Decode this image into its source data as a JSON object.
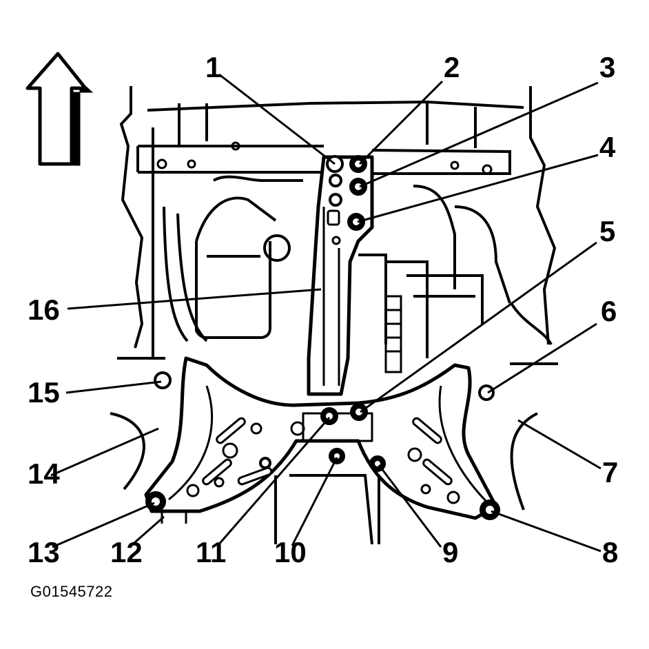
{
  "figure": {
    "id": "G01545722",
    "direction_arrow_icon": "up-arrow-icon",
    "callouts": [
      {
        "number": "1"
      },
      {
        "number": "2"
      },
      {
        "number": "3"
      },
      {
        "number": "4"
      },
      {
        "number": "5"
      },
      {
        "number": "6"
      },
      {
        "number": "7"
      },
      {
        "number": "8"
      },
      {
        "number": "9"
      },
      {
        "number": "10"
      },
      {
        "number": "11"
      },
      {
        "number": "12"
      },
      {
        "number": "13"
      },
      {
        "number": "14"
      },
      {
        "number": "15"
      },
      {
        "number": "16"
      }
    ]
  }
}
